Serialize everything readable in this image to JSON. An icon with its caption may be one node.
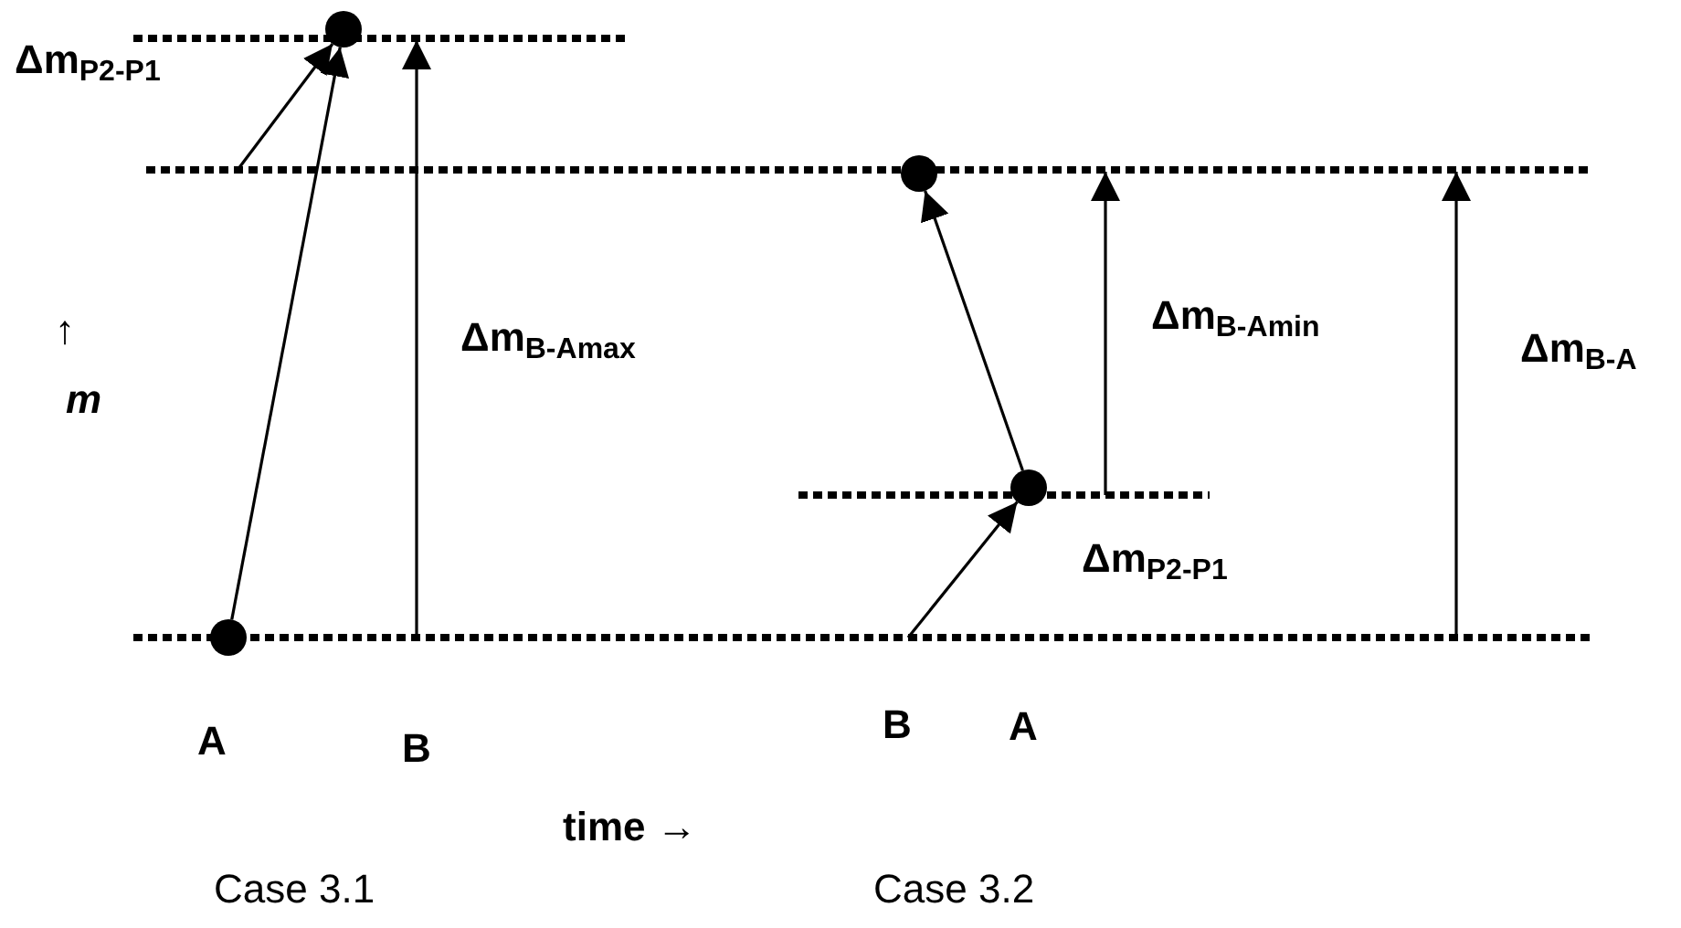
{
  "diagram": {
    "nodes": [
      {
        "text": [],
        "shape": "circle"
      },
      {
        "text": [],
        "shape": "circle"
      },
      {
        "text": [],
        "shape": "circle"
      },
      {
        "text": [],
        "shape": "circle"
      }
    ],
    "edges": [
      {
        "from": 3,
        "to": 0,
        "arrow": "to"
      },
      {
        "from": null,
        "to": 0,
        "arrow": "to"
      },
      {
        "from": 2,
        "to": 1,
        "arrow": "to"
      },
      {
        "from": null,
        "to": 2,
        "arrow": "to"
      }
    ],
    "labels": [
      "Δm$_{P2-P1}$",
      "↑",
      "m",
      "Δm$_{B-Amax}$",
      "Δm$_{B-Amin}$",
      "Δm$_{B-A}$",
      "Δm$_{P2-P1}$",
      "A",
      "B",
      "B",
      "A",
      "time →",
      "Case 3.1",
      "Case 3.2"
    ]
  }
}
